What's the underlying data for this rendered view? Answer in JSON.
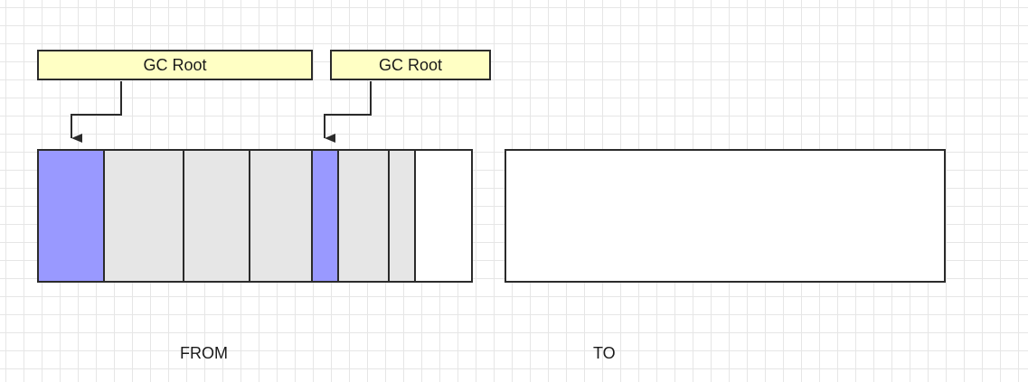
{
  "roots": [
    {
      "label": "GC Root"
    },
    {
      "label": "GC Root"
    }
  ],
  "from_space": {
    "label": "FROM",
    "cells": [
      {
        "state": "reachable",
        "color": "#9999ff"
      },
      {
        "state": "garbage",
        "color": "#e6e6e6"
      },
      {
        "state": "garbage",
        "color": "#e6e6e6"
      },
      {
        "state": "garbage",
        "color": "#e6e6e6"
      },
      {
        "state": "reachable",
        "color": "#9999ff"
      },
      {
        "state": "garbage",
        "color": "#e6e6e6"
      },
      {
        "state": "garbage",
        "color": "#e6e6e6"
      },
      {
        "state": "free",
        "color": "#ffffff"
      }
    ]
  },
  "to_space": {
    "label": "TO"
  },
  "colors": {
    "root_fill": "#ffffc4",
    "reachable": "#9999ff",
    "garbage": "#e6e6e6",
    "free": "#ffffff",
    "stroke": "#2b2b2b"
  }
}
